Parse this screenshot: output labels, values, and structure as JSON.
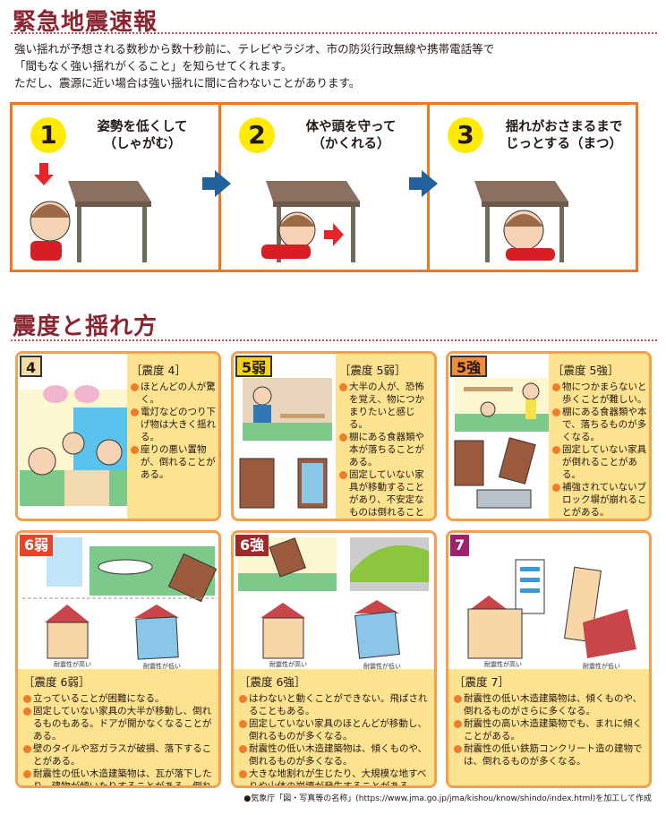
{
  "section1": {
    "title": "緊急地震速報",
    "lines": [
      "強い揺れが予想される数秒から数十秒前に、テレビやラジオ、市の防災行政無線や携帯電話等で",
      "「間もなく強い揺れがくること」を知らせてくれます。",
      "ただし、震源に近い場合は強い揺れに間に合わないことがあります。"
    ],
    "steps": [
      {
        "num": "1",
        "line1": "姿勢を低くして",
        "line2": "（しゃがむ）"
      },
      {
        "num": "2",
        "line1": "体や頭を守って",
        "line2": "（かくれる）"
      },
      {
        "num": "3",
        "line1": "揺れがおさまるまで",
        "line2": "じっとする（まつ）"
      }
    ]
  },
  "section2": {
    "title": "震度と揺れ方",
    "cards": [
      {
        "badge": "4",
        "badge_color": "#f3dca2",
        "heading": "［震度 4］",
        "items": [
          "ほとんどの人が驚く。",
          "電灯などのつり下げ物は大きく揺れる。",
          "座りの悪い置物が、倒れることがある。"
        ]
      },
      {
        "badge": "5弱",
        "badge_color": "#f6d21e",
        "heading": "［震度 5弱］",
        "items": [
          "大半の人が、恐怖を覚え、物につかまりたいと感じる。",
          "棚にある食器類や本が落ちることがある。",
          "固定していない家具が移動することがあり、不安定なものは倒れることがある。"
        ]
      },
      {
        "badge": "5強",
        "badge_color": "#f08b3a",
        "heading": "［震度 5強］",
        "items": [
          "物につかまらないと歩くことが難しい。",
          "棚にある食器類や本で、落ちるものが多くなる。",
          "固定していない家具が倒れることがある。",
          "補強されていないブロック塀が崩れることがある。"
        ]
      },
      {
        "badge": "6弱",
        "badge_color": "#e6452a",
        "heading": "［震度 6弱］",
        "items": [
          "立っていることが困難になる。",
          "固定していない家具の大半が移動し、倒れるものもある。ドアが開かなくなることがある。",
          "壁のタイルや窓ガラスが破損、落下することがある。",
          "耐震性の低い木造建築物は、瓦が落下したり、建物が傾いたりすることがある。倒れるものもある。"
        ],
        "caption_high": "耐震性が高い",
        "caption_low": "耐震性が低い"
      },
      {
        "badge": "6強",
        "badge_color": "#a3282b",
        "heading": "［震度 6強］",
        "items": [
          "はわないと動くことができない。飛ばされることもある。",
          "固定していない家具のほとんどが移動し、倒れるものが多くなる。",
          "耐震性の低い木造建築物は、傾くものや、倒れるものが多くなる。",
          "大きな地割れが生じたり、大規模な地すべりや山体の崩壊が発生することがある。"
        ],
        "caption_high": "耐震性が高い",
        "caption_low": "耐震性が低い"
      },
      {
        "badge": "7",
        "badge_color": "#a0226e",
        "heading": "［震度 7］",
        "items": [
          "耐震性の低い木造建築物は、傾くものや、倒れるものがさらに多くなる。",
          "耐震性の高い木造建築物でも、まれに傾くことがある。",
          "耐震性の低い鉄筋コンクリート造の建物では、倒れるものが多くなる。"
        ],
        "caption_high": "耐震性が高い",
        "caption_low": "耐震性が低い"
      }
    ]
  },
  "footer": "●気象庁「図・写真等の名称」(https://www.jma.go.jp/jma/kishou/know/shindo/index.html)を加工して作成",
  "colors": {
    "title": "#8b2530",
    "frame": "#ef7623",
    "card_border": "#f5a04e",
    "panel": "#fde28f",
    "arrow": "#22609e"
  }
}
